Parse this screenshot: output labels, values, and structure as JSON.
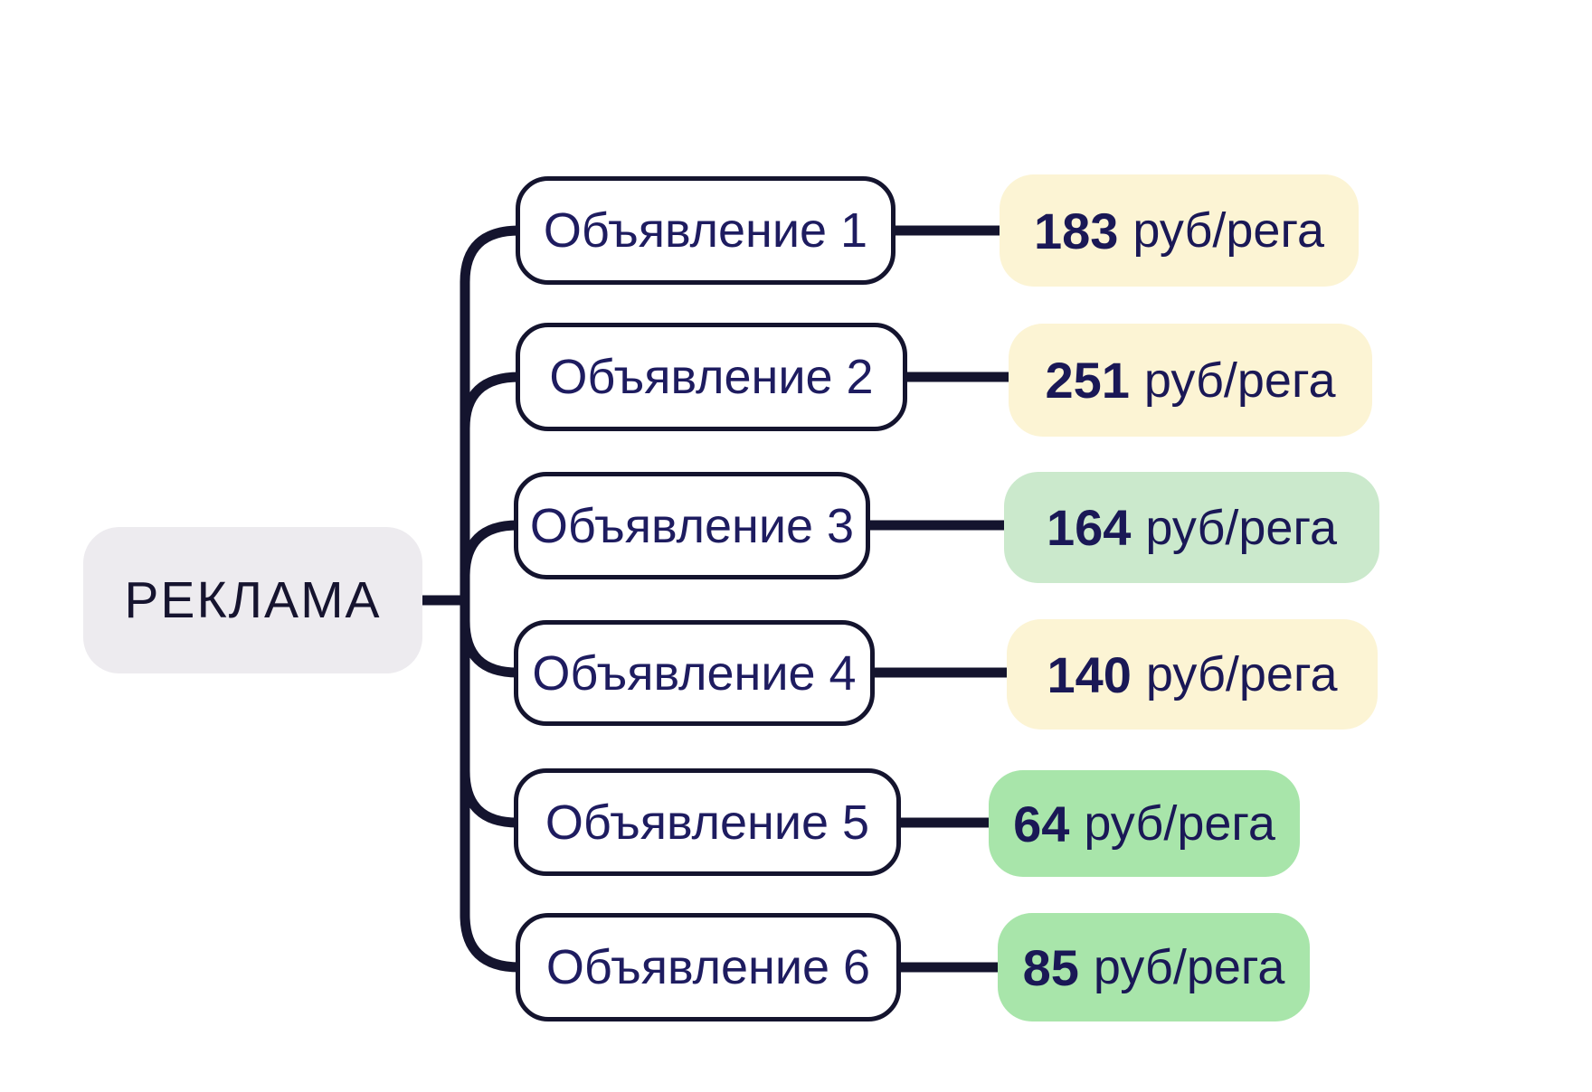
{
  "diagram": {
    "root": {
      "label": "РЕКЛАМА"
    },
    "nodes": [
      {
        "label": "Объявление 1",
        "value": "183",
        "unit": "руб/рега",
        "tone": "cream"
      },
      {
        "label": "Объявление 2",
        "value": "251",
        "unit": "руб/рега",
        "tone": "cream"
      },
      {
        "label": "Объявление 3",
        "value": "164",
        "unit": "руб/рега",
        "tone": "light-green"
      },
      {
        "label": "Объявление 4",
        "value": "140",
        "unit": "руб/рега",
        "tone": "cream"
      },
      {
        "label": "Объявление 5",
        "value": "64",
        "unit": "руб/рега",
        "tone": "green"
      },
      {
        "label": "Объявление 6",
        "value": "85",
        "unit": "руб/рега",
        "tone": "green"
      }
    ],
    "colors": {
      "background": "#FFFFFF",
      "line": "#14142E",
      "box_border": "#14142E",
      "box_fill": "#FFFFFF",
      "label_text": "#1E1C60",
      "value_text": "#1A1856",
      "root_fill": "#EDEBEF",
      "root_text": "#16142F",
      "badge_cream": "#FCF4D4",
      "badge_light_green": "#CBE9CC",
      "badge_green": "#A8E5AA"
    }
  }
}
